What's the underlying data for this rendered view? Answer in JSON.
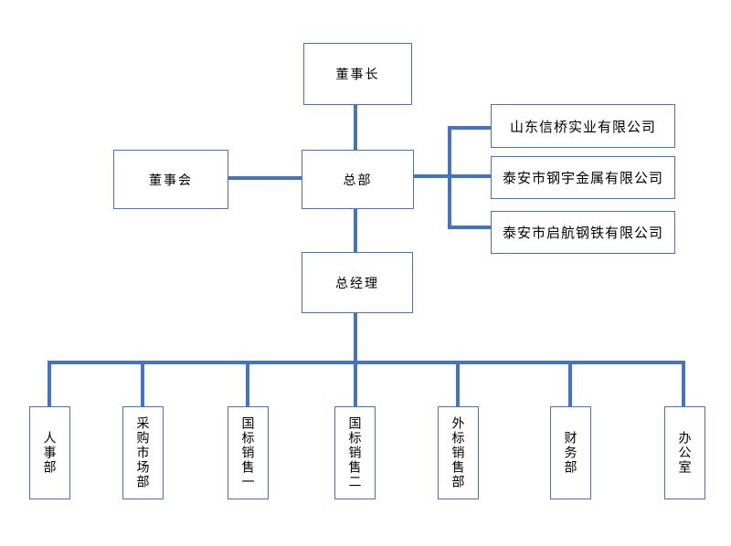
{
  "org_chart": {
    "chairman": {
      "label": "董事长"
    },
    "board": {
      "label": "董事会"
    },
    "headquarters": {
      "label": "总部"
    },
    "subsidiaries": [
      {
        "label": "山东信桥实业有限公司"
      },
      {
        "label": "泰安市钢宇金属有限公司"
      },
      {
        "label": "泰安市启航钢铁有限公司"
      }
    ],
    "general_manager": {
      "label": "总经理"
    },
    "departments": [
      {
        "label": "人事部"
      },
      {
        "label": "采购市场部"
      },
      {
        "label": "国标销售一"
      },
      {
        "label": "国标销售二"
      },
      {
        "label": "外标销售部"
      },
      {
        "label": "财务部"
      },
      {
        "label": "办公室"
      }
    ]
  },
  "colors": {
    "connector": "#4472C4",
    "box_border": "#4472C4",
    "box_background": "#FFFFFF",
    "text": "#000000",
    "page_background": "#FFFFFF"
  }
}
